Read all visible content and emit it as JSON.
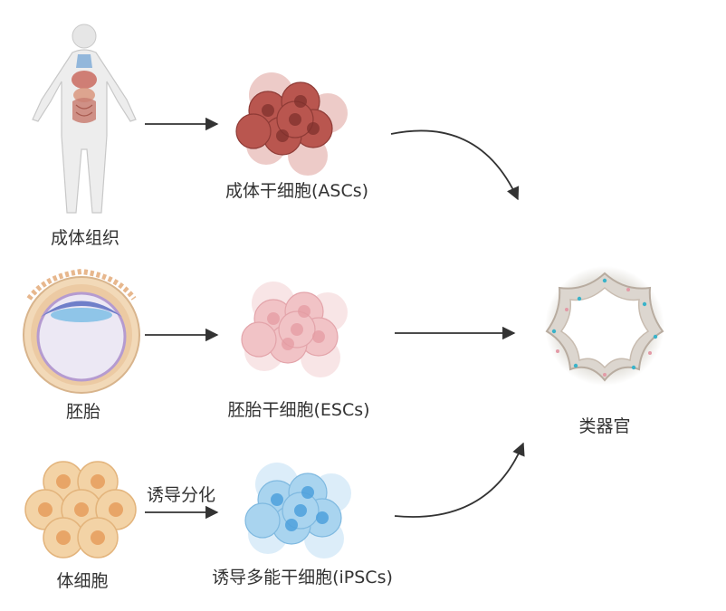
{
  "sources": {
    "adult_tissue": "成体组织",
    "embryo": "胚胎",
    "somatic_cell": "体细胞"
  },
  "stem_cells": {
    "asc": "成体干细胞(ASCs)",
    "esc": "胚胎干细胞(ESCs)",
    "ipsc": "诱导多能干细胞(iPSCs)"
  },
  "process_label": "诱导分化",
  "organoid": "类器官",
  "colors": {
    "asc_cells": "#b9564f",
    "esc_cells": "#f1c3c6",
    "ipsc_cells": "#a9d4ef",
    "somatic_cells": "#f3d3a6",
    "arrow": "#333333"
  },
  "icons": {
    "adult_tissue": "human-body-icon",
    "embryo": "blastocyst-icon",
    "somatic_cell": "somatic-cell-cluster-icon",
    "organoid": "organoid-icon"
  }
}
